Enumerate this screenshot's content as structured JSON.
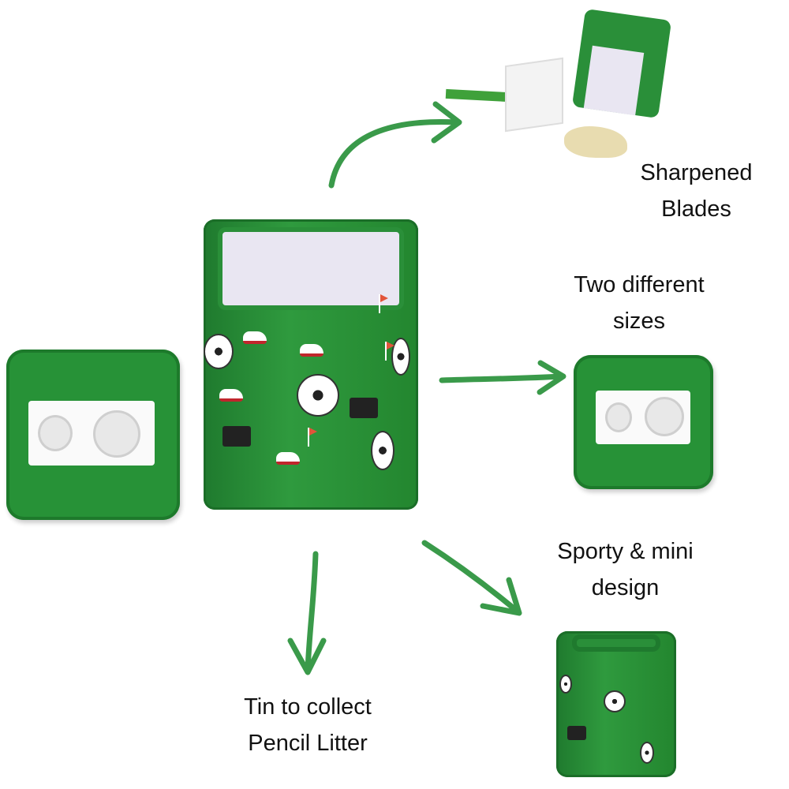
{
  "labels": {
    "blades": [
      "Sharpened",
      "Blades"
    ],
    "sizes": [
      "Two different",
      "sizes"
    ],
    "design": [
      "Sporty & mini",
      "design"
    ],
    "tin": [
      "Tin to collect",
      "Pencil Litter"
    ]
  },
  "colors": {
    "tin_green": "#2a8f39",
    "arrow_green": "#3a9a4a"
  }
}
